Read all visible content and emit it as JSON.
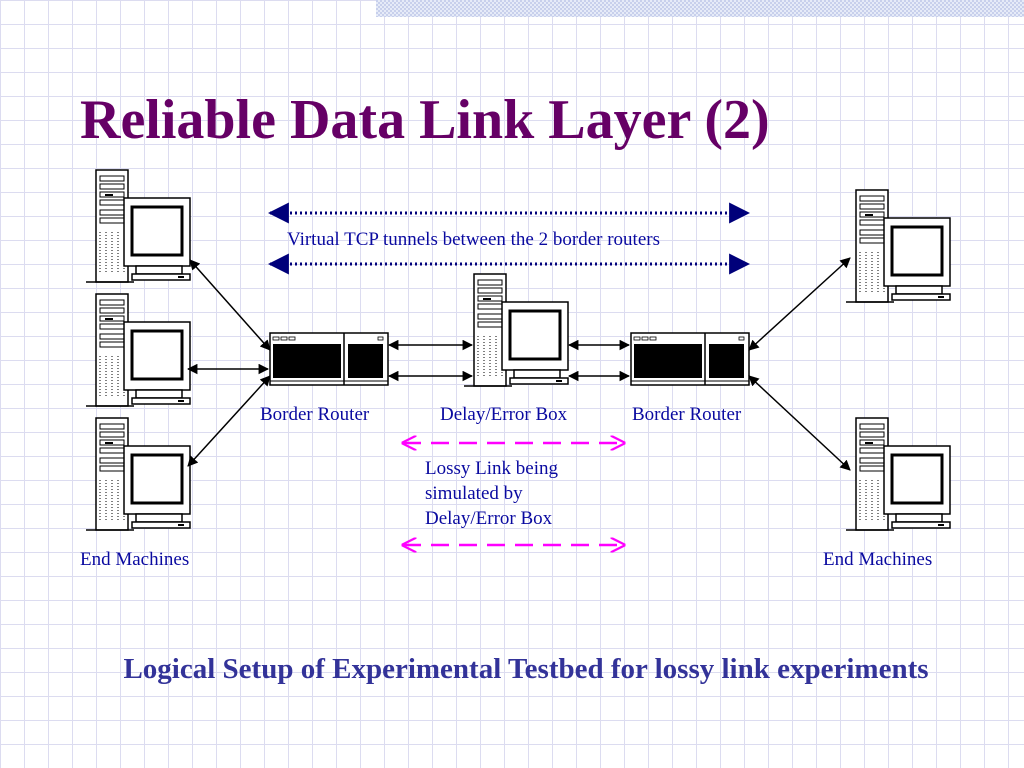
{
  "slide": {
    "title": "Reliable Data Link Layer (2)",
    "caption": "Logical Setup of Experimental Testbed for lossy link experiments"
  },
  "diagram": {
    "tunnel_label": "Virtual TCP tunnels between the 2 border routers",
    "border_router_left": "Border Router",
    "delay_error_box": "Delay/Error Box",
    "border_router_right": "Border Router",
    "lossy_link": "Lossy Link being\nsimulated by\nDelay/Error Box",
    "end_machines_left": "End Machines",
    "end_machines_right": "End Machines"
  },
  "colors": {
    "title": "#660066",
    "caption": "#333399",
    "label": "#0a0aa0",
    "tunnel_arrow": "#00007a",
    "lossy_arrow": "#ff00ff"
  }
}
